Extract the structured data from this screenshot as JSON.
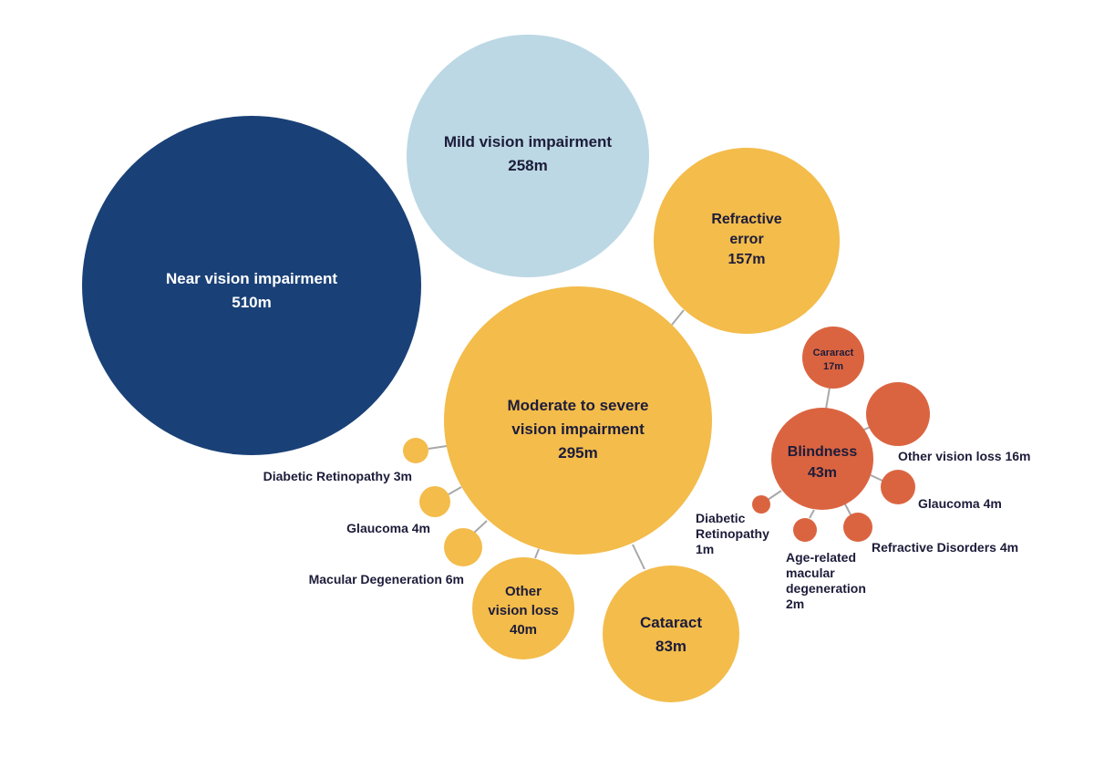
{
  "colors": {
    "navy": "#1a4177",
    "light_blue": "#bcd8e4",
    "yellow": "#f3bc4b",
    "orange": "#db6440",
    "dark_text": "#1c1c3a",
    "white_text": "#ffffff",
    "connector": "#a8a8a8"
  },
  "bubbles": {
    "near": {
      "name": "Near vision impairment",
      "value": "510m"
    },
    "mild": {
      "name": "Mild vision impairment",
      "value": "258m"
    },
    "refractive": {
      "line1": "Refractive",
      "line2": "error",
      "value": "157m"
    },
    "moderate": {
      "line1": "Moderate to severe",
      "line2": "vision impairment",
      "value": "295m"
    },
    "cataract": {
      "name": "Cataract",
      "value": "83m"
    },
    "other_loss": {
      "line1": "Other",
      "line2": "vision loss",
      "value": "40m"
    },
    "diabetic_small": {
      "label": "Diabetic Retinopathy 3m"
    },
    "glaucoma_small": {
      "label": "Glaucoma 4m"
    },
    "macular_small": {
      "label": "Macular Degeneration 6m"
    },
    "blindness": {
      "name": "Blindness",
      "value": "43m"
    },
    "cararact_blind": {
      "name": "Cararact",
      "value": "17m"
    },
    "other_blind": {
      "label": "Other vision loss 16m"
    },
    "glaucoma_blind": {
      "label": "Glaucoma 4m"
    },
    "refractive_blind": {
      "label": "Refractive Disorders 4m"
    },
    "amd_blind": {
      "line1": "Age-related",
      "line2": "macular",
      "line3": "degeneration",
      "line4": "2m"
    },
    "diabetic_blind": {
      "line1": "Diabetic",
      "line2": "Retinopathy",
      "line3": "1m"
    }
  }
}
